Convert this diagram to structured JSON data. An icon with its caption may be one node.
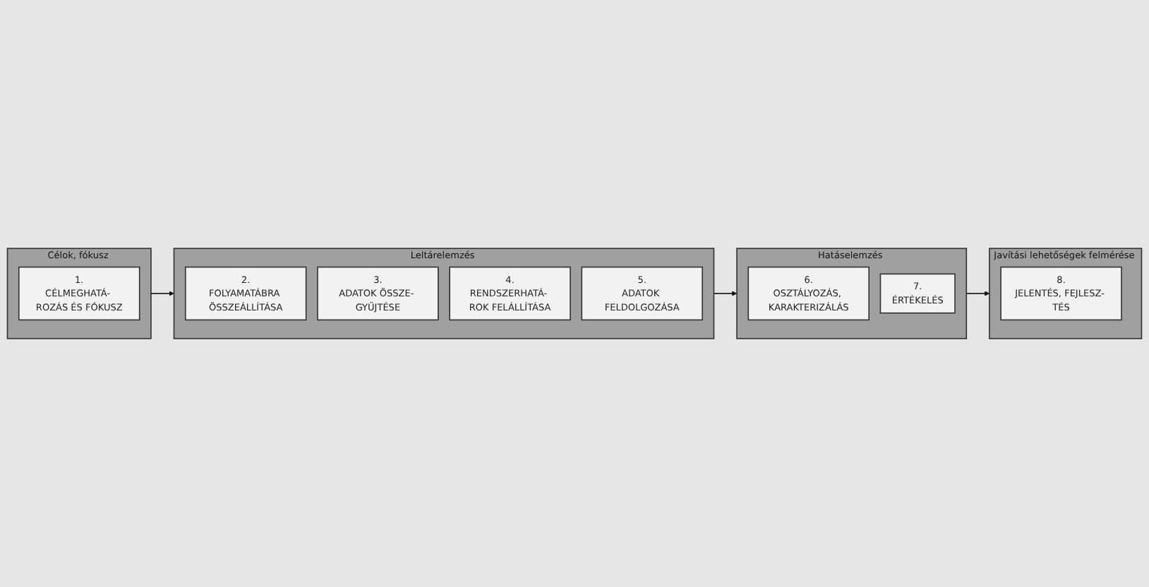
{
  "diagram": {
    "nodes": [
      {
        "text": [
          "Célok, fókusz"
        ]
      },
      {
        "text": [
          "1.",
          "CÉLMEGHATÁ- ROZÁS ÉS FÓKUSZ"
        ],
        "in": 0
      },
      {
        "text": [
          "Leltárelemzés"
        ]
      },
      {
        "text": [
          "2.",
          "FOLYAMATÁBRA ÖSSZEÁLLÍTÁSA"
        ],
        "in": 2
      },
      {
        "text": [
          "3.",
          "ADATOK ÖSSZE- GYŰJTÉSE"
        ],
        "in": 2
      },
      {
        "text": [
          "4.",
          "RENDSZERHATÁ- ROK FELÁLLÍTÁSA"
        ],
        "in": 2
      },
      {
        "text": [
          "5.",
          "ADATOK FELDOLGOZÁSA"
        ],
        "in": 2
      },
      {
        "text": [
          "Hatáselemzés"
        ]
      },
      {
        "text": [
          "6.",
          "OSZTÁLYOZÁS, KARAKTERIZÁLÁS"
        ],
        "in": 7
      },
      {
        "text": [
          "7.",
          "ÉRTÉKELÉS"
        ],
        "in": 7
      },
      {
        "text": [
          "Javítási lehetőségek felmérése"
        ]
      },
      {
        "text": [
          "8.",
          "JELENTÉS, FEJLESZ- TÉS"
        ],
        "in": 10
      }
    ],
    "edges": [
      {
        "from": 0,
        "to": 2,
        "arrow": "to"
      },
      {
        "from": 2,
        "to": 7,
        "arrow": "to"
      },
      {
        "from": 7,
        "to": 10,
        "arrow": "to"
      }
    ]
  }
}
